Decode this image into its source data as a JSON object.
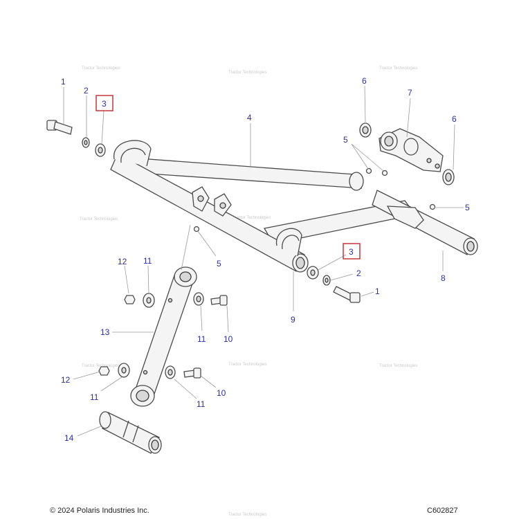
{
  "diagram": {
    "callouts": {
      "c1a": "1",
      "c2a": "2",
      "c3a": "3",
      "c4": "4",
      "c5a": "5",
      "c6a": "6",
      "c7": "7",
      "c6b": "6",
      "c5b": "5",
      "c5c": "5",
      "c3b": "3",
      "c2b": "2",
      "c1b": "1",
      "c8": "8",
      "c9": "9",
      "c12a": "12",
      "c11a": "11",
      "c11b": "11",
      "c10a": "10",
      "c13": "13",
      "c12b": "12",
      "c11c": "11",
      "c11d": "11",
      "c10b": "10",
      "c14": "14"
    },
    "highlight_color": "#c0272d",
    "callout_color": "#2b2f9e"
  },
  "footer": {
    "copyright": "© 2024 Polaris Industries Inc.",
    "drawing_id": "C602827"
  }
}
